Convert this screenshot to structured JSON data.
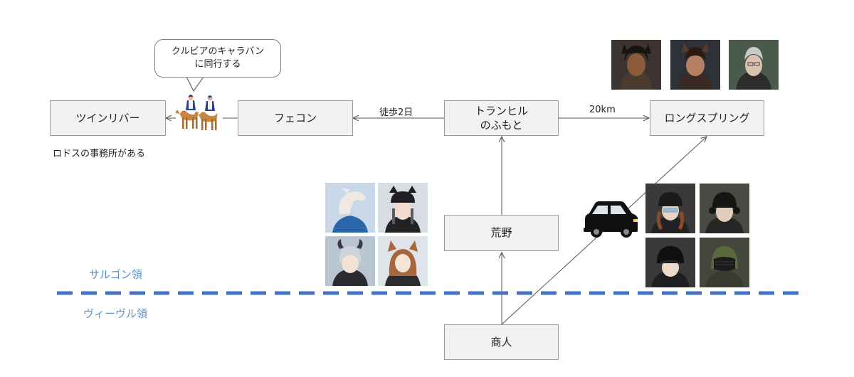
{
  "nodes": {
    "twin_river": "ツインリバー",
    "fecon": "フェコン",
    "foot_of_tranhill": "トランヒル\nのふもと",
    "longspring": "ロングスプリング",
    "wasteland": "荒野",
    "merchant": "商人"
  },
  "edge_labels": {
    "walk_two_days": "徒歩2日",
    "distance_20km": "20km"
  },
  "notes": {
    "rhodes_office": "ロドスの事務所がある",
    "caravan_bubble": "クルビアのキャラバン\nに同行する"
  },
  "regions": {
    "sargon": "サルゴン領",
    "vyvl": "ヴィーヴル領"
  },
  "colors": {
    "border_line": "#4472c4",
    "region_text": "#5b8fd0",
    "node_fill": "#f2f2f2",
    "node_stroke": "#9a9a9a"
  },
  "icons": [
    "camel-caravan-icon",
    "black-car-icon"
  ]
}
